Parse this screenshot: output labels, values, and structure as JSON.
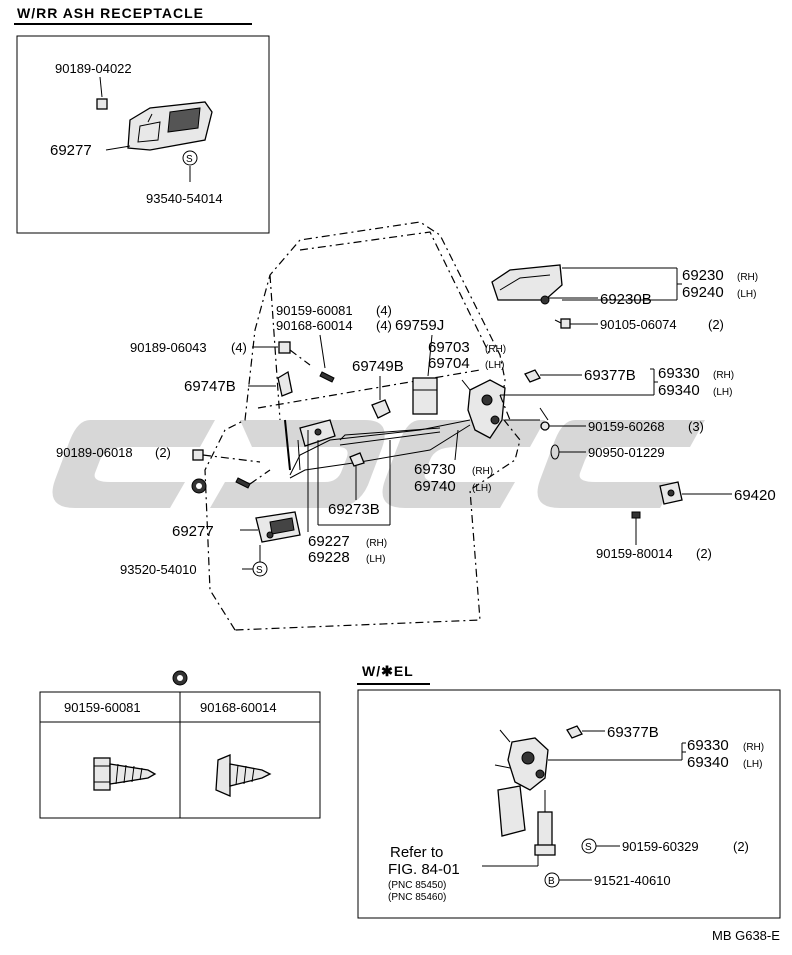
{
  "insets": {
    "ash_receptacle": {
      "title": "W/RR ASH RECEPTACLE",
      "parts": [
        "90189-04022",
        "69277",
        "93540-54014"
      ]
    },
    "el": {
      "title": "W/✱EL",
      "parts": [
        "69377B",
        "69330",
        "69340",
        "90159-60329",
        "91521-40610"
      ],
      "rh": "(RH)",
      "lh": "(LH)",
      "qty_90159_60329": "(2)",
      "refer": [
        "Refer to",
        "FIG. 84-01",
        "(PNC 85450)",
        "(PNC 85460)"
      ]
    }
  },
  "main": {
    "labels": {
      "p69230": "69230",
      "p69240": "69240",
      "p69230b": "69230B",
      "p90105": "90105-06074",
      "q90105": "(2)",
      "p90159_81": "90159-60081",
      "q90159_81": "(4)",
      "p90168": "90168-60014",
      "q90168": "(4)",
      "p69759j": "69759J",
      "p90189_43": "90189-06043",
      "q90189_43": "(4)",
      "p69703": "69703",
      "p69704": "69704",
      "p69749b": "69749B",
      "p69747b": "69747B",
      "p69377b": "69377B",
      "p69330": "69330",
      "p69340": "69340",
      "p90159_68": "90159-60268",
      "q90159_68": "(3)",
      "p90189_18": "90189-06018",
      "q90189_18": "(2)",
      "p90950": "90950-01229",
      "p69730": "69730",
      "p69740": "69740",
      "p69420": "69420",
      "p69273b": "69273B",
      "p69277": "69277",
      "p69227": "69227",
      "p69228": "69228",
      "p93520": "93520-54010",
      "p90159_80": "90159-80014",
      "q90159_80": "(2)",
      "rh": "(RH)",
      "lh": "(LH)"
    }
  },
  "fastener_table": {
    "columns": [
      "90159-60081",
      "90168-60014"
    ]
  },
  "symbols": {
    "s": "S",
    "b": "B"
  },
  "figure_code": "MB G638-E"
}
